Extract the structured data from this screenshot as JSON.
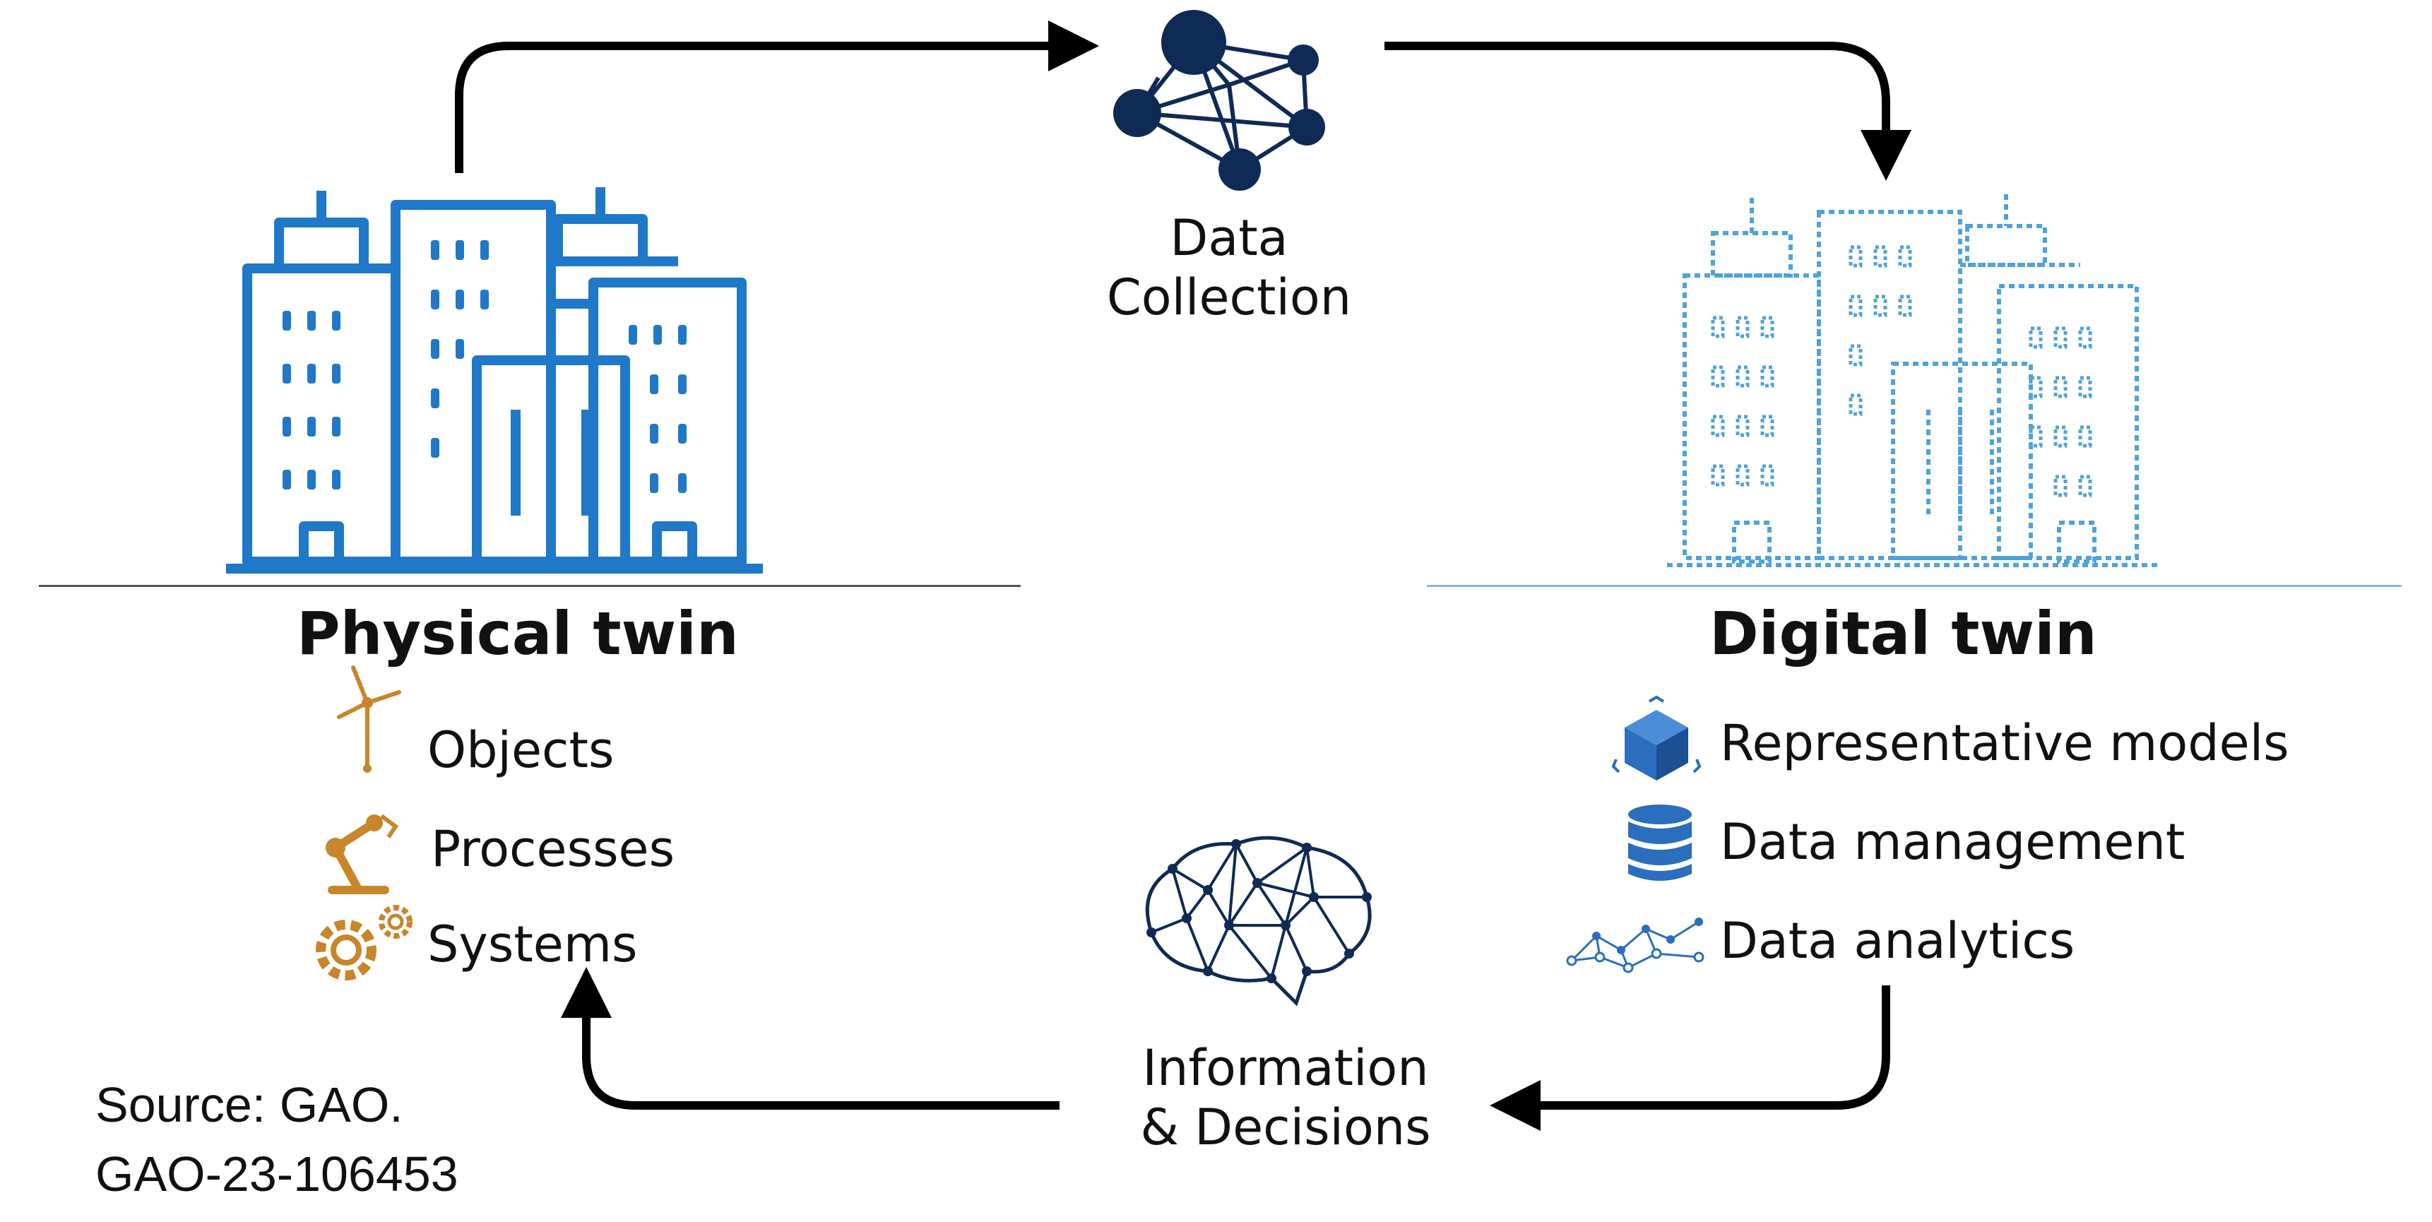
{
  "diagram": {
    "colors": {
      "physical_blue": "#1f78c8",
      "digital_blue": "#4fa3d9",
      "network_navy": "#0f2a55",
      "orange": "#c8852a",
      "arrow": "#000000",
      "icon_blue": "#2a6ebd"
    },
    "data_collection": {
      "line1": "Data",
      "line2": "Collection"
    },
    "information_decisions": {
      "line1": "Information",
      "line2": "& Decisions"
    },
    "physical_twin": {
      "title": "Physical twin",
      "items": [
        {
          "label": "Objects",
          "icon": "wind-turbine-icon"
        },
        {
          "label": "Processes",
          "icon": "robotic-arm-icon"
        },
        {
          "label": "Systems",
          "icon": "gears-icon"
        }
      ]
    },
    "digital_twin": {
      "title": "Digital twin",
      "items": [
        {
          "label": "Representative models",
          "icon": "cube-icon"
        },
        {
          "label": "Data management",
          "icon": "database-icon"
        },
        {
          "label": "Data analytics",
          "icon": "analytics-network-icon"
        }
      ]
    },
    "source": {
      "line1": "Source: GAO.",
      "line2": "GAO-23-106453"
    }
  }
}
